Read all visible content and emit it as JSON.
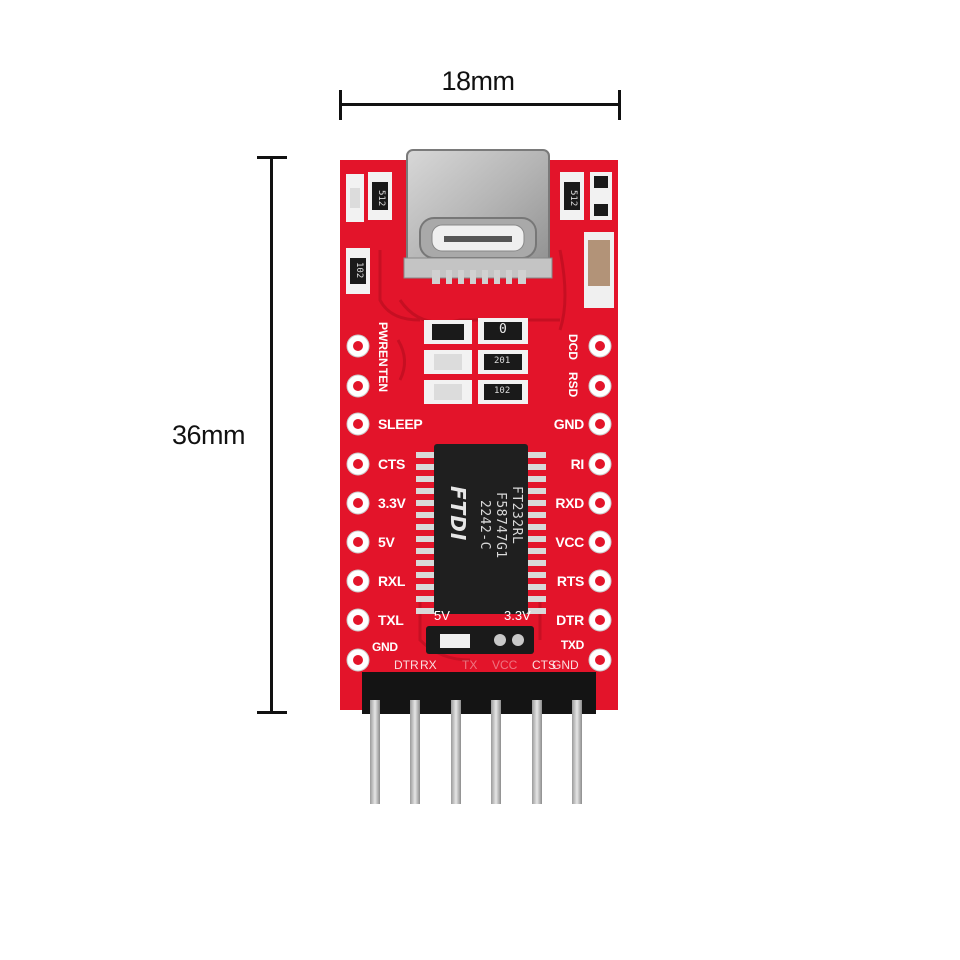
{
  "dimensions": {
    "width_label": "18mm",
    "height_label": "36mm"
  },
  "colors": {
    "pcb": "#e3142a",
    "pcb_dark": "#b80d1f",
    "silkscreen": "#ffffff",
    "chip": "#1f1f1f",
    "pin": "#c8c8c8"
  },
  "left_pins": [
    "PWREN",
    "TEN",
    "SLEEP",
    "CTS",
    "3.3V",
    "5V",
    "RXL",
    "TXL",
    "GND"
  ],
  "right_pins": [
    "DCD",
    "RSD",
    "GND",
    "RI",
    "RXD",
    "VCC",
    "RTS",
    "DTR",
    "TXD"
  ],
  "chip": {
    "logo": "FTDI",
    "line1": "2242-C",
    "line2": "F58747G1",
    "line3": "FT232RL"
  },
  "smd_codes": {
    "r1": "512",
    "r2": "512",
    "r3": "102",
    "r4": "201",
    "r5": "102",
    "r6": "0"
  },
  "jumper": {
    "left": "5V",
    "right": "3.3V"
  },
  "header_labels": [
    "DTR",
    "RX",
    "TX",
    "VCC",
    "CTS",
    "GND"
  ]
}
